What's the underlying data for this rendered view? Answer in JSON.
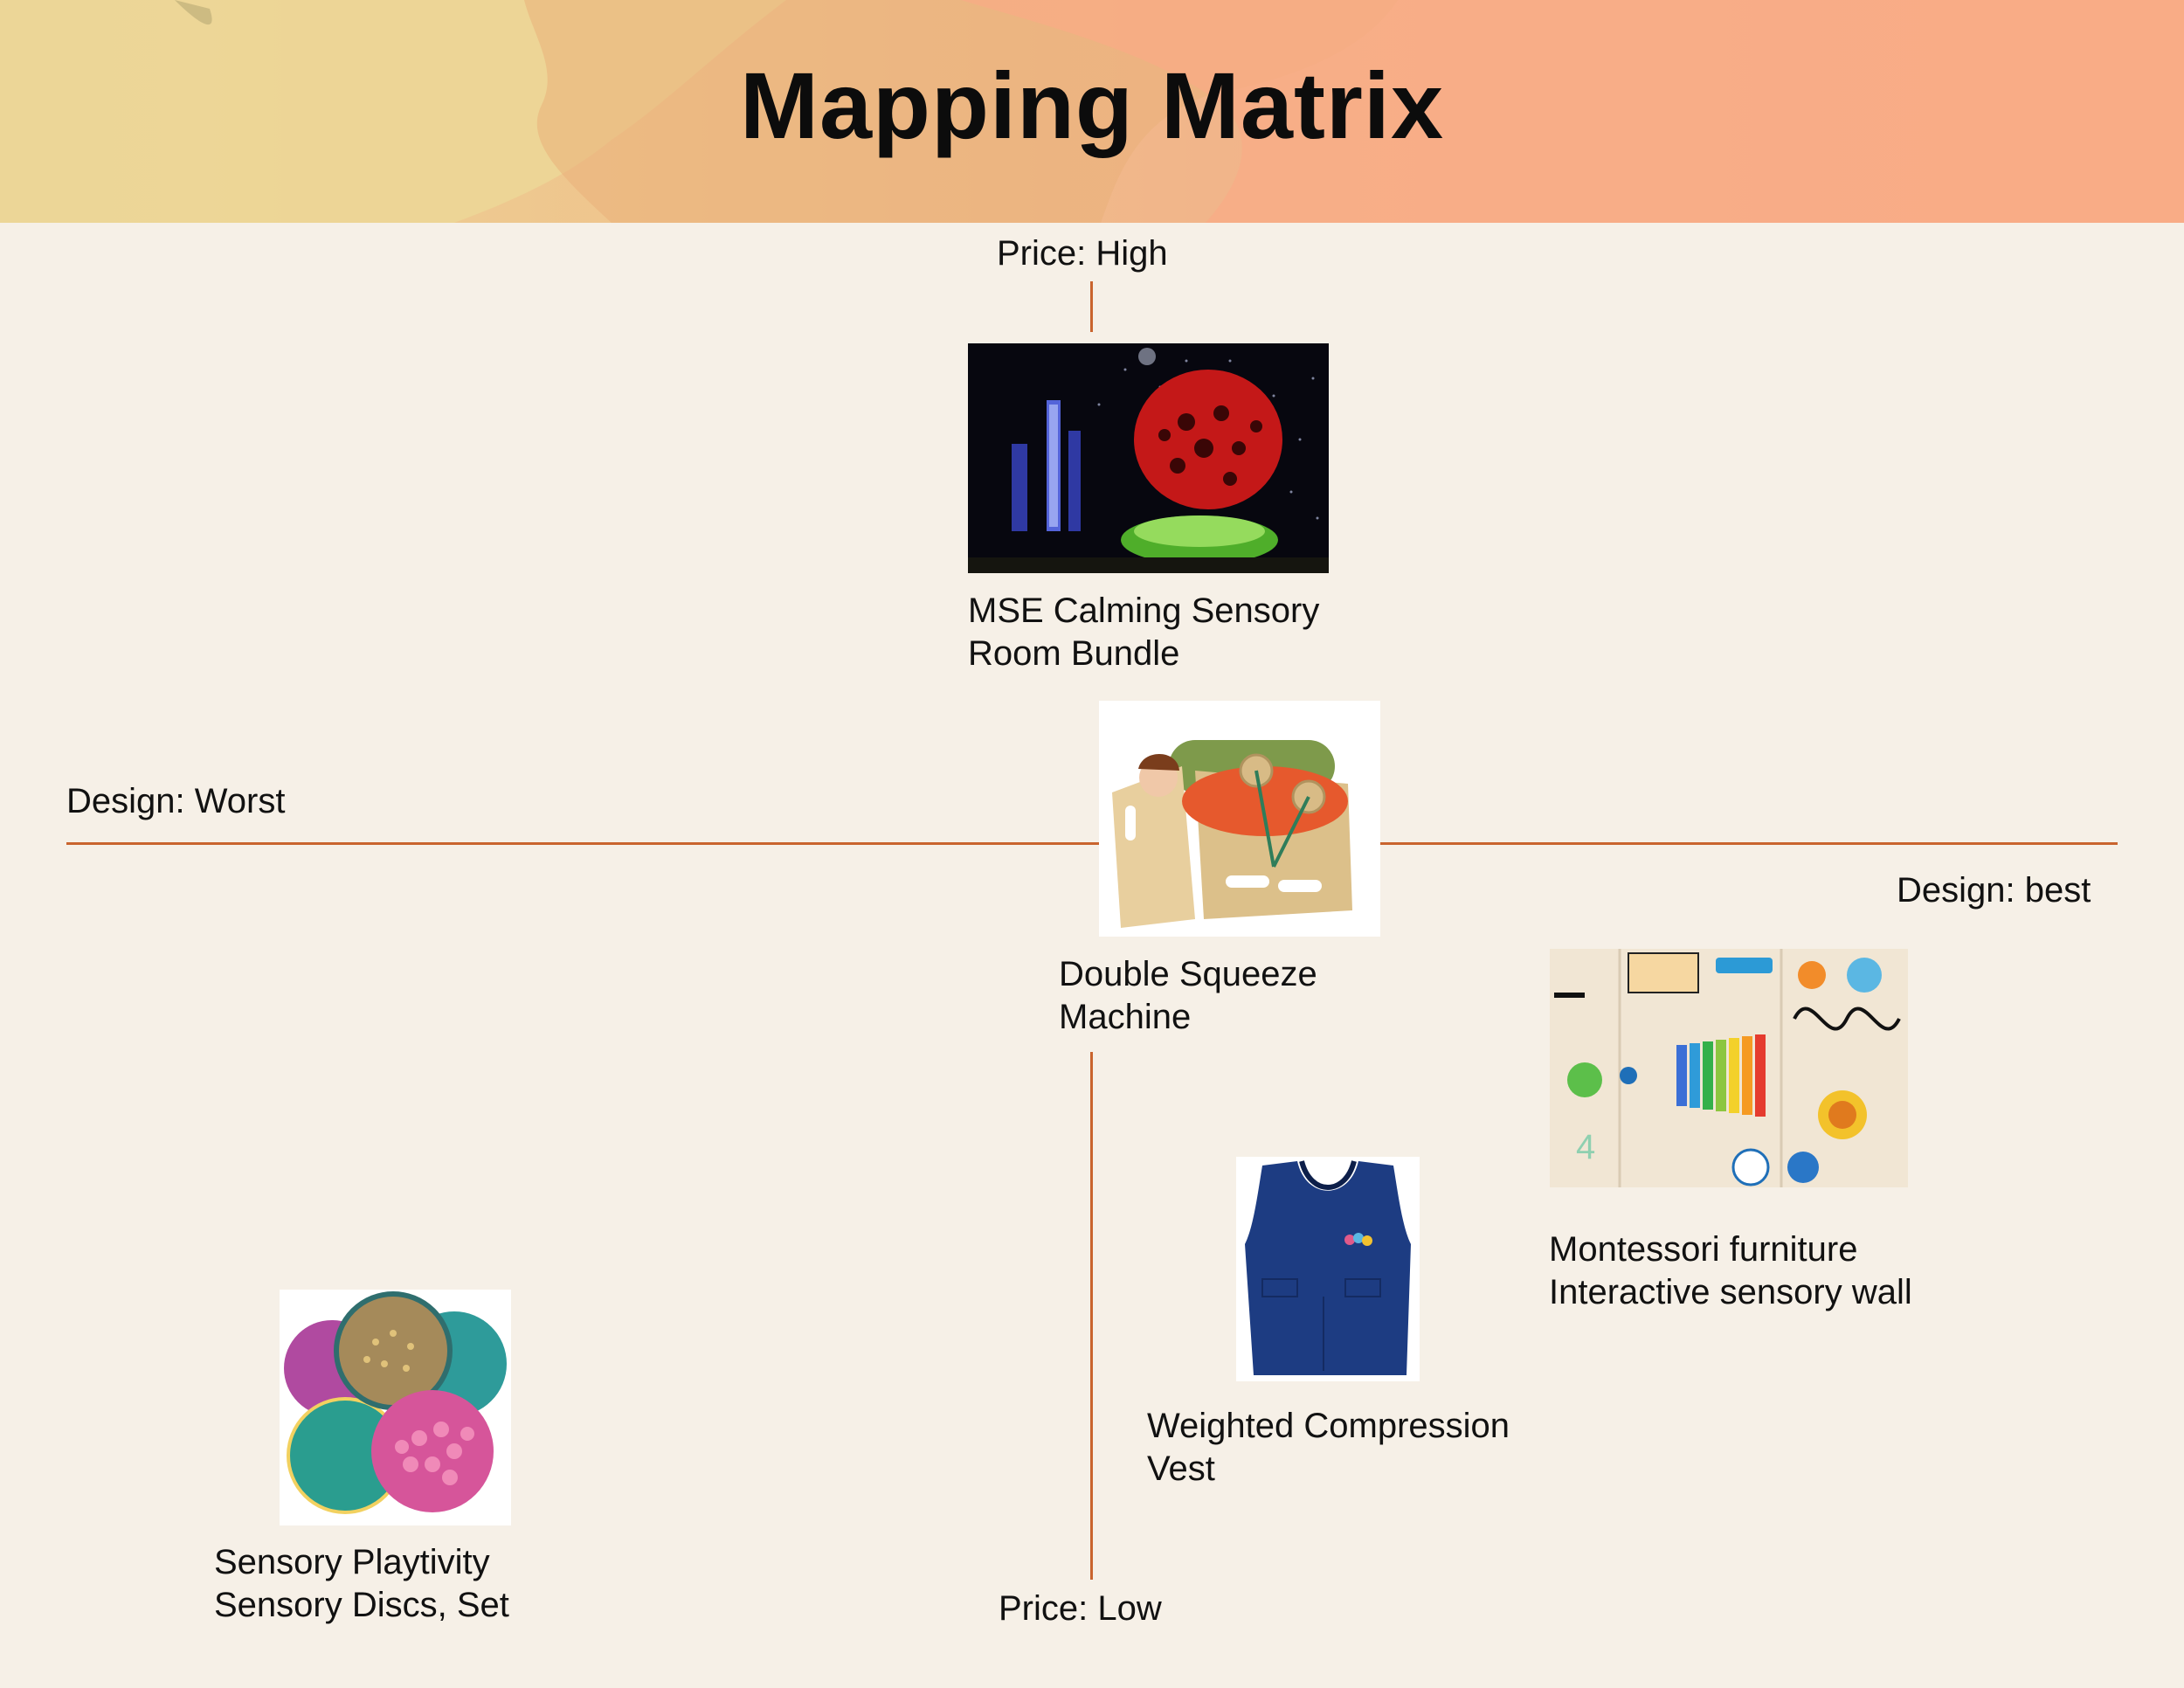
{
  "title": "Mapping Matrix",
  "axes": {
    "top": "Price: High",
    "bottom": "Price: Low",
    "left": "Design: Worst",
    "right": "Design: best"
  },
  "items": [
    {
      "line1": "MSE Calming Sensory",
      "line2": "Room Bundle"
    },
    {
      "line1": "Double Squeeze",
      "line2": "Machine"
    },
    {
      "line1": "Montessori furniture",
      "line2": "Interactive sensory wall"
    },
    {
      "line1": "Weighted Compression",
      "line2": "Vest"
    },
    {
      "line1": "Sensory Playtivity",
      "line2": "Sensory Discs, Set"
    }
  ],
  "colors": {
    "axis": "#c9642e",
    "background": "#f6f0e7"
  }
}
